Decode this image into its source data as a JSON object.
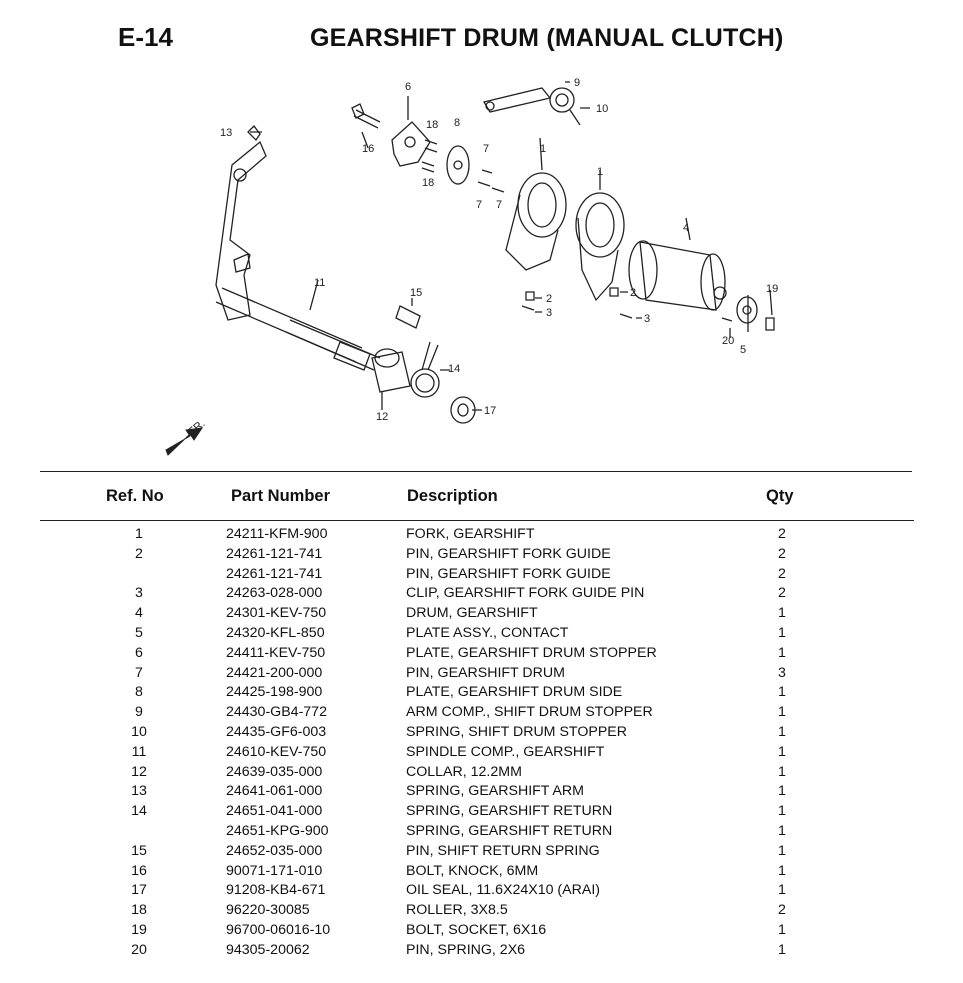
{
  "page": {
    "code": "E-14",
    "title": "GEARSHIFT DRUM (MANUAL CLUTCH)"
  },
  "diagram": {
    "callouts": [
      "1",
      "1",
      "2",
      "2",
      "3",
      "3",
      "4",
      "5",
      "6",
      "7",
      "7",
      "7",
      "8",
      "9",
      "10",
      "11",
      "12",
      "13",
      "14",
      "15",
      "16",
      "17",
      "18",
      "18",
      "19",
      "20"
    ],
    "front_marker": "FR."
  },
  "table": {
    "headers": {
      "ref": "Ref. No",
      "part": "Part Number",
      "desc": "Description",
      "qty": "Qty"
    },
    "rows": [
      {
        "ref": "1",
        "part": "24211-KFM-900",
        "desc": "FORK, GEARSHIFT",
        "qty": "2"
      },
      {
        "ref": "2",
        "part": "24261-121-741",
        "desc": "PIN, GEARSHIFT FORK GUIDE",
        "qty": "2"
      },
      {
        "ref": "",
        "part": "24261-121-741",
        "desc": "PIN, GEARSHIFT FORK GUIDE",
        "qty": "2"
      },
      {
        "ref": "3",
        "part": "24263-028-000",
        "desc": "CLIP, GEARSHIFT FORK GUIDE PIN",
        "qty": "2"
      },
      {
        "ref": "4",
        "part": "24301-KEV-750",
        "desc": "DRUM, GEARSHIFT",
        "qty": "1"
      },
      {
        "ref": "5",
        "part": "24320-KFL-850",
        "desc": "PLATE ASSY., CONTACT",
        "qty": "1"
      },
      {
        "ref": "6",
        "part": "24411-KEV-750",
        "desc": "PLATE, GEARSHIFT DRUM STOPPER",
        "qty": "1"
      },
      {
        "ref": "7",
        "part": "24421-200-000",
        "desc": "PIN, GEARSHIFT DRUM",
        "qty": "3"
      },
      {
        "ref": "8",
        "part": "24425-198-900",
        "desc": "PLATE, GEARSHIFT DRUM SIDE",
        "qty": "1"
      },
      {
        "ref": "9",
        "part": "24430-GB4-772",
        "desc": "ARM COMP., SHIFT DRUM STOPPER",
        "qty": "1"
      },
      {
        "ref": "10",
        "part": "24435-GF6-003",
        "desc": "SPRING, SHIFT DRUM STOPPER",
        "qty": "1"
      },
      {
        "ref": "11",
        "part": "24610-KEV-750",
        "desc": "SPINDLE COMP., GEARSHIFT",
        "qty": "1"
      },
      {
        "ref": "12",
        "part": "24639-035-000",
        "desc": "COLLAR, 12.2MM",
        "qty": "1"
      },
      {
        "ref": "13",
        "part": "24641-061-000",
        "desc": "SPRING, GEARSHIFT ARM",
        "qty": "1"
      },
      {
        "ref": "14",
        "part": "24651-041-000",
        "desc": "SPRING, GEARSHIFT RETURN",
        "qty": "1"
      },
      {
        "ref": "",
        "part": "24651-KPG-900",
        "desc": "SPRING, GEARSHIFT RETURN",
        "qty": "1"
      },
      {
        "ref": "15",
        "part": "24652-035-000",
        "desc": "PIN, SHIFT RETURN SPRING",
        "qty": "1"
      },
      {
        "ref": "16",
        "part": "90071-171-010",
        "desc": "BOLT, KNOCK, 6MM",
        "qty": "1"
      },
      {
        "ref": "17",
        "part": "91208-KB4-671",
        "desc": "OIL SEAL, 11.6X24X10 (ARAI)",
        "qty": "1"
      },
      {
        "ref": "18",
        "part": "96220-30085",
        "desc": "ROLLER, 3X8.5",
        "qty": "2"
      },
      {
        "ref": "19",
        "part": "96700-06016-10",
        "desc": "BOLT, SOCKET, 6X16",
        "qty": "1"
      },
      {
        "ref": "20",
        "part": "94305-20062",
        "desc": "PIN, SPRING, 2X6",
        "qty": "1"
      }
    ]
  }
}
